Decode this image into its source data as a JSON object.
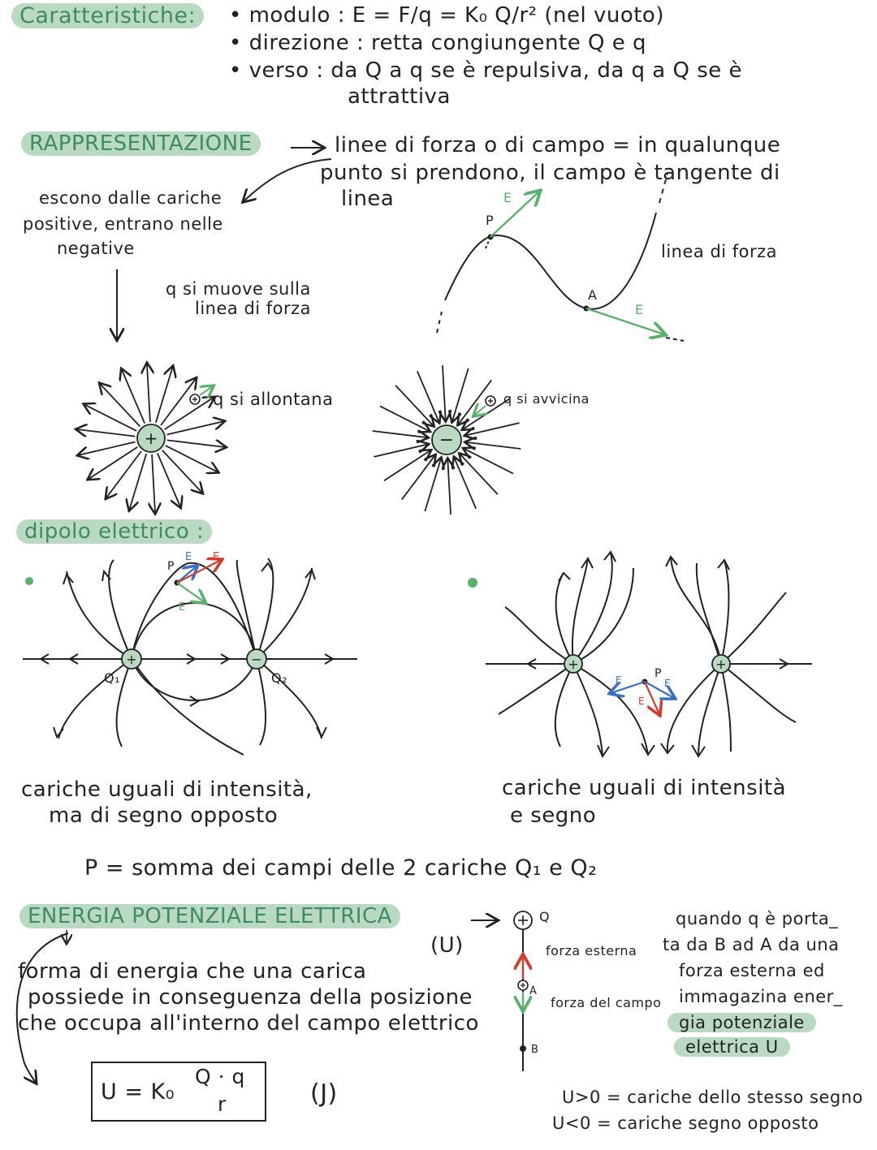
{
  "header": {
    "caratteristiche": "Caratteristiche:",
    "modulo": "• modulo :   E = F/q = K₀ Q/r²   (nel vuoto)",
    "direzione": "• direzione : retta congiungente Q e q",
    "verso": "• verso :  da Q a q se è repulsiva, da q a Q se è",
    "attrattiva": "attrattiva"
  },
  "rappresentazione": {
    "title": "RAPPRESENTAZIONE",
    "linee_1": "linee di forza o  di campo  = in qualunque",
    "linee_2": "punto si prendono, il campo è tangente di",
    "linee_3": "linea",
    "escono_1": "escono dalle cariche",
    "escono_2": "positive, entrano nelle",
    "escono_3": "negative",
    "q_muove_1": "q si muove sulla",
    "q_muove_2": "linea di forza",
    "linea_di_forza": "linea di forza",
    "label_p": "P",
    "label_a": "A",
    "label_e": "E",
    "allontana": "q si allontana",
    "avvicina": "q si avvicina",
    "plus": "+",
    "minus": "−"
  },
  "dipolo": {
    "title": "dipolo elettrico :",
    "opposte_1": "cariche uguali di intensità,",
    "opposte_2": "ma di segno opposto",
    "uguali_1": "cariche uguali di intensità",
    "uguali_2": "e segno",
    "somma": "P =  somma dei campi delle 2 cariche    Q₁ e Q₂",
    "q1": "Q₁",
    "q2": "Q₂"
  },
  "energia": {
    "title": "ENERGIA POTENZIALE ELETTRICA",
    "symbol": "(U)",
    "def_1": "forma di energia che una carica",
    "def_2": "possiede in conseguenza della posizione",
    "def_3": "che occupa all'interno del campo elettrico",
    "formula_lhs": "U = K₀",
    "formula_num": "Q · q",
    "formula_den": "r",
    "unit": "(J)",
    "forza_esterna": "forza esterna",
    "forza_campo": "forza del campo",
    "label_q": "Q",
    "label_a": "A",
    "label_b": "B",
    "quando_1": "quando q è porta_",
    "quando_2": "ta da B ad A da una",
    "quando_3": "forza esterna ed",
    "quando_4": "immagazina ener_",
    "quando_5": "gia potenziale",
    "quando_6": "elettrica U",
    "upos": "U>0  = cariche dello stesso segno",
    "uneg": "U<0 = cariche segno opposto"
  },
  "colors": {
    "highlight": "#b9d9c1",
    "green_vector": "#5bb06b",
    "blue_vector": "#3b6fc4",
    "red_vector": "#d23b2b"
  }
}
